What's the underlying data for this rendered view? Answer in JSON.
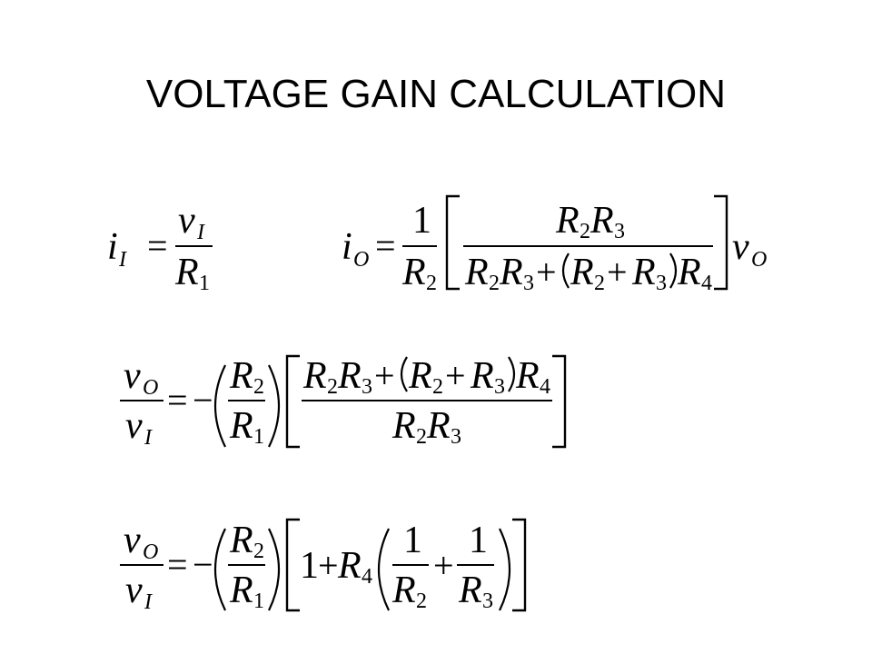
{
  "slide": {
    "title": "VOLTAGE GAIN CALCULATION"
  },
  "equations": [
    {
      "id": "input-current",
      "latex": "i_I = \\frac{v_I}{R_1}"
    },
    {
      "id": "output-current",
      "latex": "i_O = \\frac{1}{R_2}\\left[\\frac{R_2R_3}{R_2R_3+(R_2+R_3)R_4}\\right]v_O"
    },
    {
      "id": "voltage-gain-1",
      "latex": "\\frac{v_O}{v_I} = -\\left(\\frac{R_2}{R_1}\\right)\\left[\\frac{R_2R_3+(R_2+R_3)R_4}{R_2R_3}\\right]"
    },
    {
      "id": "voltage-gain-2",
      "latex": "\\frac{v_O}{v_I} = -\\left(\\frac{R_2}{R_1}\\right)\\left[1+R_4\\left(\\frac{1}{R_2}+\\frac{1}{R_3}\\right)\\right]"
    }
  ]
}
